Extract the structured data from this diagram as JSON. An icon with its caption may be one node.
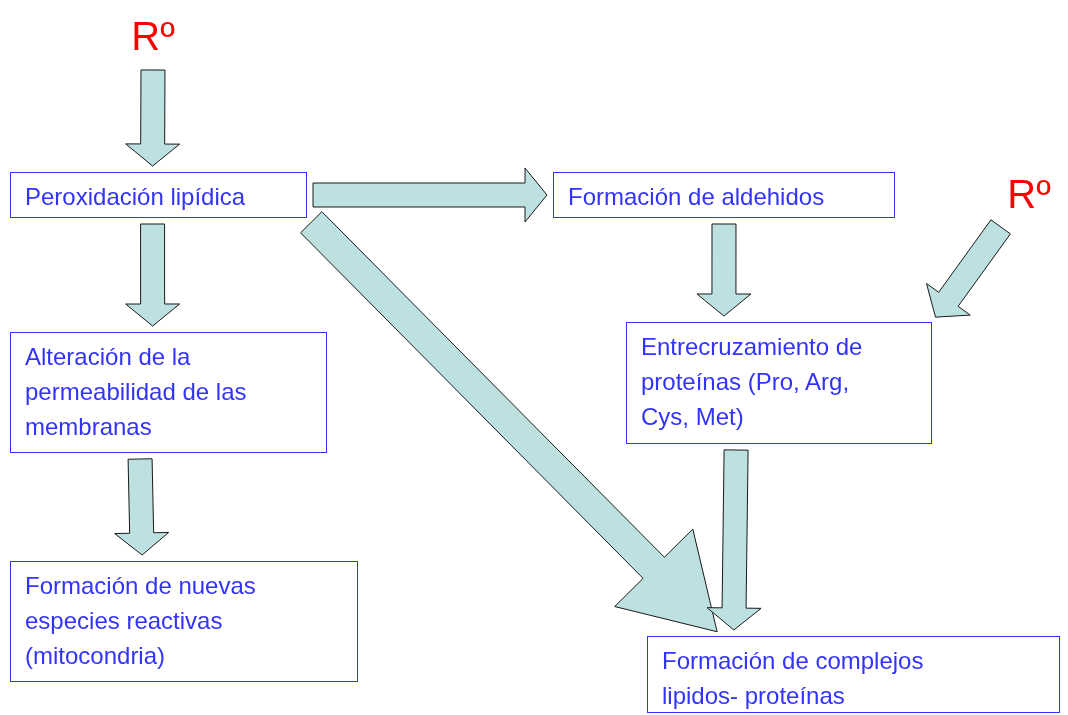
{
  "diagram": {
    "nodes": [
      {
        "text": [
          "Rº"
        ]
      },
      {
        "text": [
          "Peroxidación lipídica"
        ]
      },
      {
        "text": [
          "Formación de aldehidos"
        ]
      },
      {
        "text": [
          "Rº"
        ]
      },
      {
        "text": [
          "Alteración de la permeabilidad de las membranas"
        ]
      },
      {
        "text": [
          "Entrecruzamiento de proteínas (Pro, Arg, Cys, Met)"
        ]
      },
      {
        "text": [
          "Formación de nuevas especies reactivas (mitocondria)"
        ]
      },
      {
        "text": [
          "Formación de complejos lipidos- proteínas"
        ]
      }
    ],
    "edges": [
      {
        "from": 0,
        "to": 1,
        "arrow": "to"
      },
      {
        "from": 1,
        "to": 2,
        "arrow": "to"
      },
      {
        "from": 1,
        "to": 4,
        "arrow": "to"
      },
      {
        "from": 3,
        "to": 5,
        "arrow": "to"
      },
      {
        "from": 2,
        "to": 5,
        "arrow": "to"
      },
      {
        "from": 1,
        "to": 7,
        "arrow": "to",
        "style": "thick"
      },
      {
        "from": 4,
        "to": 6,
        "arrow": "to"
      },
      {
        "from": 5,
        "to": 7,
        "arrow": "to"
      }
    ]
  }
}
